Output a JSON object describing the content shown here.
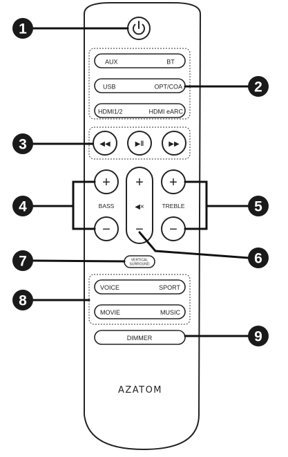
{
  "callouts": [
    "1",
    "2",
    "3",
    "4",
    "5",
    "6",
    "7",
    "8",
    "9"
  ],
  "input_buttons": {
    "aux": "AUX",
    "bt": "BT",
    "usb": "USB",
    "opt_coa": "OPT/COA",
    "hdmi12": "HDMI1/2",
    "hdmi_earc": "HDMI eARC"
  },
  "bass": {
    "label": "BASS",
    "plus": "+",
    "minus": "−"
  },
  "treble": {
    "label": "TREBLE",
    "plus": "+",
    "minus": "−"
  },
  "volume": {
    "plus": "+",
    "minus": "−",
    "mute_glyph": "◀×"
  },
  "transport": {
    "prev": "◀◀",
    "play_pause": "▶ǁ",
    "next": "▶▶"
  },
  "vertical_surround": {
    "line1": "VERTICAL",
    "line2": "SURROUND"
  },
  "sound_modes": {
    "voice": "VOICE",
    "sport": "SPORT",
    "movie": "MOVIE",
    "music": "MUSIC"
  },
  "dimmer": "DIMMER",
  "brand": "AZATOM",
  "icons": {
    "power": "power-icon",
    "prev": "skip-back-icon",
    "play_pause": "play-pause-icon",
    "next": "skip-forward-icon",
    "mute": "mute-icon"
  },
  "colors": {
    "outline": "#222222",
    "callout_fill": "#1a1a1a",
    "background": "#ffffff"
  }
}
